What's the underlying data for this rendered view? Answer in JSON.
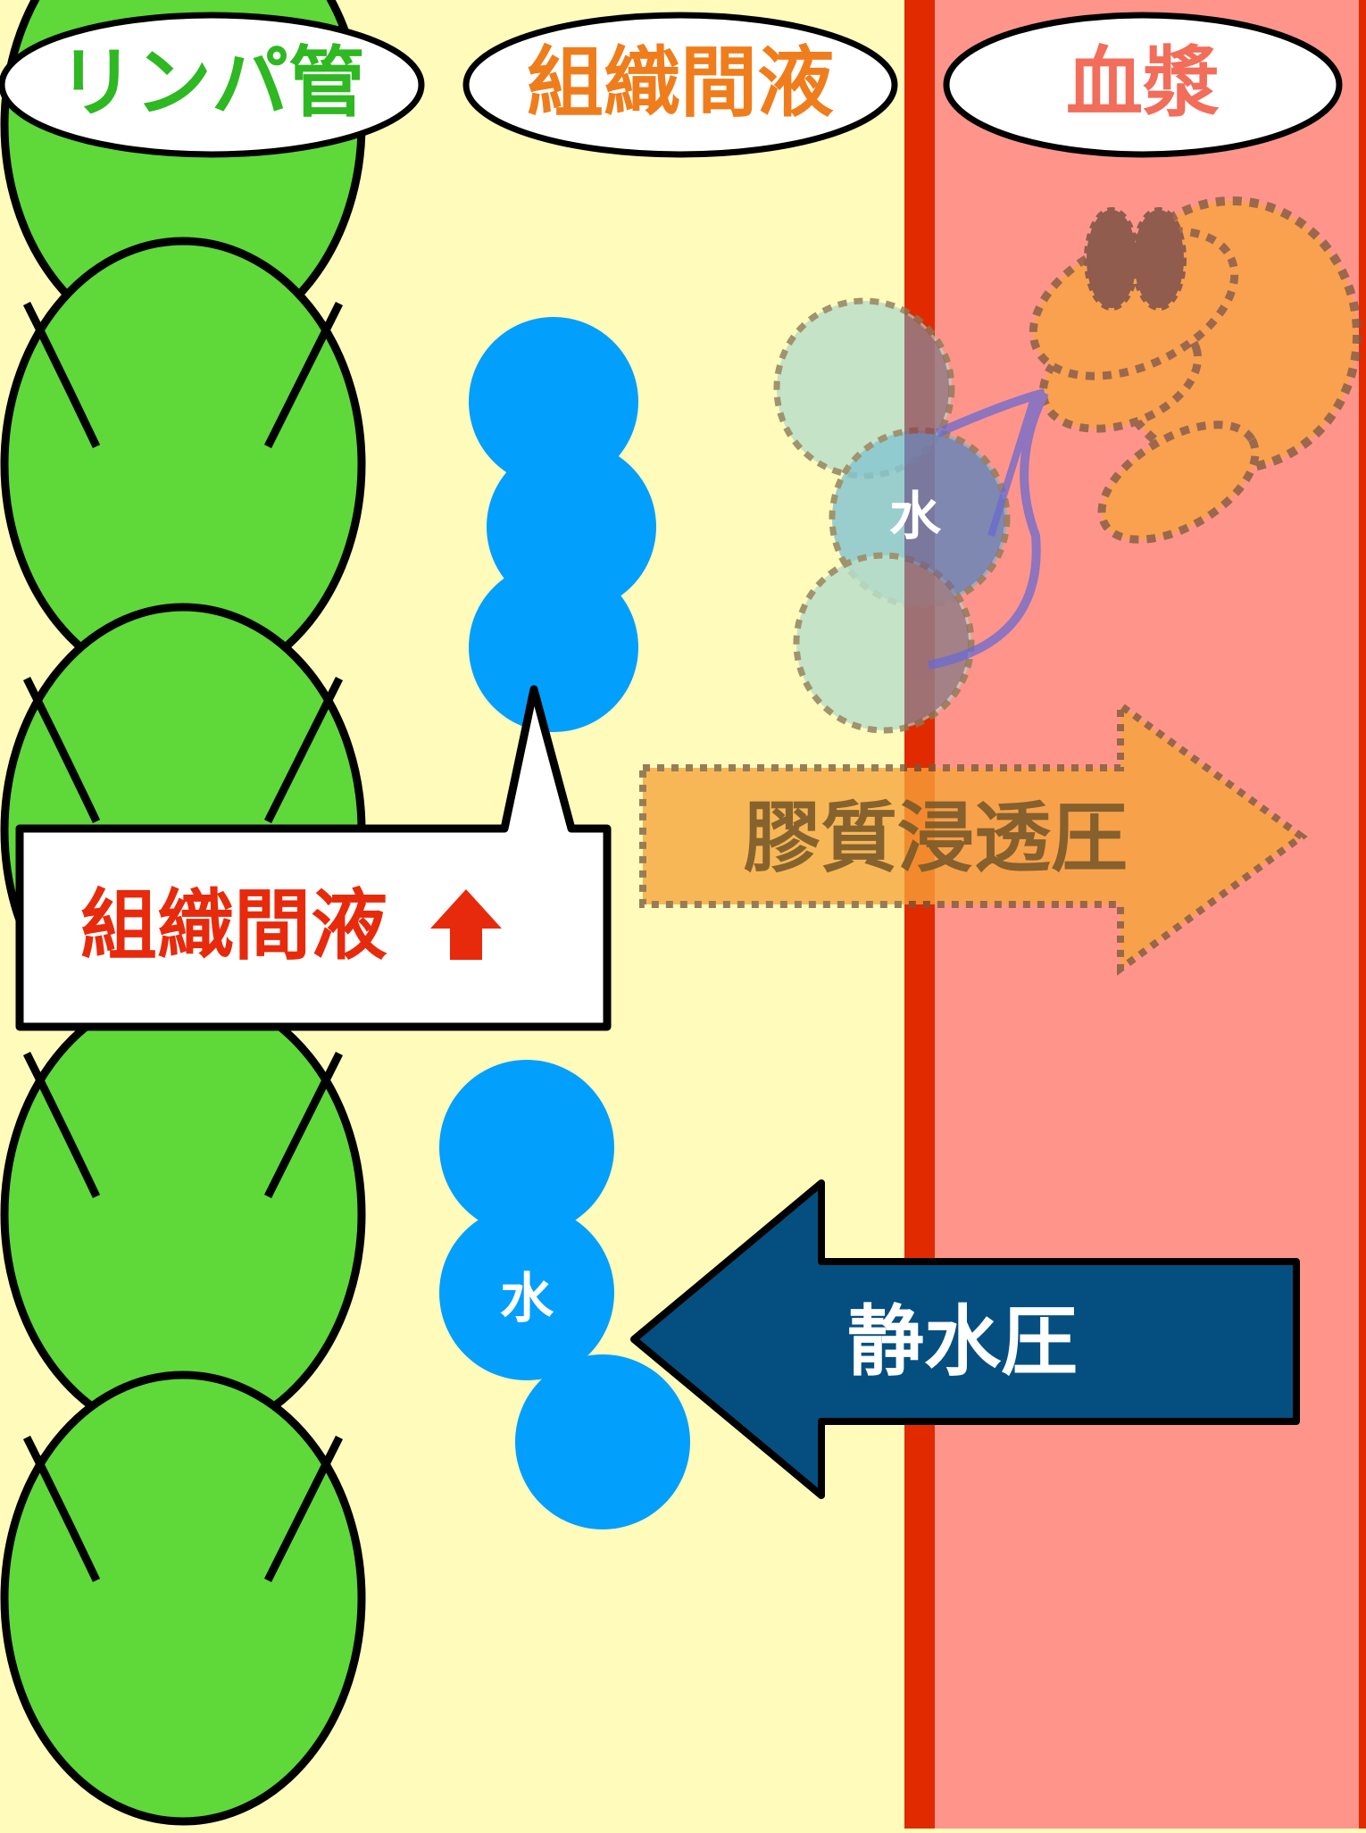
{
  "labels": {
    "lymph": "リンパ管",
    "interstitial": "組織間液",
    "plasma": "血漿",
    "callout": "組織間液",
    "colloid": "膠質浸透圧",
    "hydrostatic": "静水圧",
    "water_top": "水",
    "water_bottom": "水"
  },
  "colors": {
    "lymph_green": "#5fd83a",
    "lymph_text": "#2eb822",
    "interstitial_bg": "#fffbbb",
    "interstitial_text": "#f07d1c",
    "plasma_bg": "#ff958a",
    "plasma_text": "#f26d5a",
    "vessel_wall": "#e22a00",
    "water_blue": "#039ffc",
    "hydrostatic_arrow": "#044f80",
    "colloid_arrow": "#f7a53a",
    "callout_text": "#e82a0c",
    "colloid_text": "#7a5a2a"
  },
  "icons": {
    "callout_arrow": "up-arrow-icon"
  }
}
